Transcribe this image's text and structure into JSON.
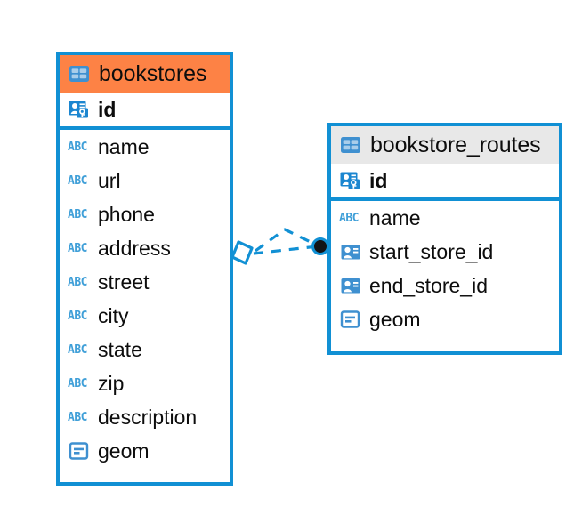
{
  "diagram": {
    "type": "entity-relationship-diagram",
    "background": "#ffffff",
    "accent_blue": "#1190d4",
    "header_orange": "#fd8245",
    "header_gray": "#e8e8e8"
  },
  "tables": [
    {
      "name": "bookstores",
      "header_style": "accent",
      "table_icon": "table-icon",
      "primary_key": {
        "label": "id",
        "icon": "primary-key-icon"
      },
      "fields": [
        {
          "label": "name",
          "icon": "abc-text-icon",
          "type": "text"
        },
        {
          "label": "url",
          "icon": "abc-text-icon",
          "type": "text"
        },
        {
          "label": "phone",
          "icon": "abc-text-icon",
          "type": "text"
        },
        {
          "label": "address",
          "icon": "abc-text-icon",
          "type": "text"
        },
        {
          "label": "street",
          "icon": "abc-text-icon",
          "type": "text"
        },
        {
          "label": "city",
          "icon": "abc-text-icon",
          "type": "text"
        },
        {
          "label": "state",
          "icon": "abc-text-icon",
          "type": "text"
        },
        {
          "label": "zip",
          "icon": "abc-text-icon",
          "type": "text"
        },
        {
          "label": "description",
          "icon": "abc-text-icon",
          "type": "text"
        },
        {
          "label": "geom",
          "icon": "geometry-icon",
          "type": "geometry"
        }
      ]
    },
    {
      "name": "bookstore_routes",
      "header_style": "plain",
      "table_icon": "table-icon",
      "primary_key": {
        "label": "id",
        "icon": "primary-key-icon"
      },
      "fields": [
        {
          "label": "name",
          "icon": "abc-text-icon",
          "type": "text"
        },
        {
          "label": "start_store_id",
          "icon": "foreign-key-icon",
          "type": "reference"
        },
        {
          "label": "end_store_id",
          "icon": "foreign-key-icon",
          "type": "reference"
        },
        {
          "label": "geom",
          "icon": "geometry-icon",
          "type": "geometry"
        }
      ]
    }
  ],
  "relationship": {
    "from_table": "bookstore_routes",
    "to_table": "bookstores",
    "line_style": "dashed",
    "line_color": "#1190d4",
    "source_marker": "filled-circle-marker",
    "target_marker": "diamond-marker",
    "branches": 2
  },
  "icon_glyphs": {
    "abc": "ABC"
  }
}
